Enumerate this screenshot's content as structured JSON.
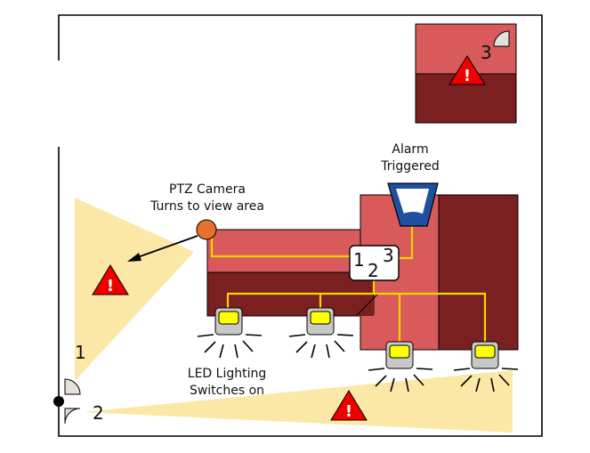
{
  "labels": {
    "ptz_line1": "PTZ Camera",
    "ptz_line2": "Turns to view area",
    "alarm_line1": "Alarm",
    "alarm_line2": "Triggered",
    "led_line1": "LED Lighting",
    "led_line2": "Switches on"
  },
  "sensors": {
    "s1": "1",
    "s2": "2",
    "s3": "3"
  },
  "controller": {
    "n1": "1",
    "n2": "2",
    "n3": "3"
  },
  "alert_symbol": "!",
  "icons": {
    "ptz_camera": "ptz-camera-icon",
    "siren": "alarm-siren-icon",
    "light": "led-floodlight-icon",
    "warning": "warning-triangle-icon",
    "sensor": "motion-sensor-icon",
    "wall_mount": "camera-mount-icon"
  },
  "colors": {
    "roof_light": "#d85a5a",
    "roof_dark": "#7a2020",
    "coverage": "#fbe7a6",
    "wire": "#f2d600",
    "warning": "#ee0000",
    "ptz": "#e8702a",
    "siren_blue": "#1f4fa0",
    "led": "#ffff00"
  }
}
